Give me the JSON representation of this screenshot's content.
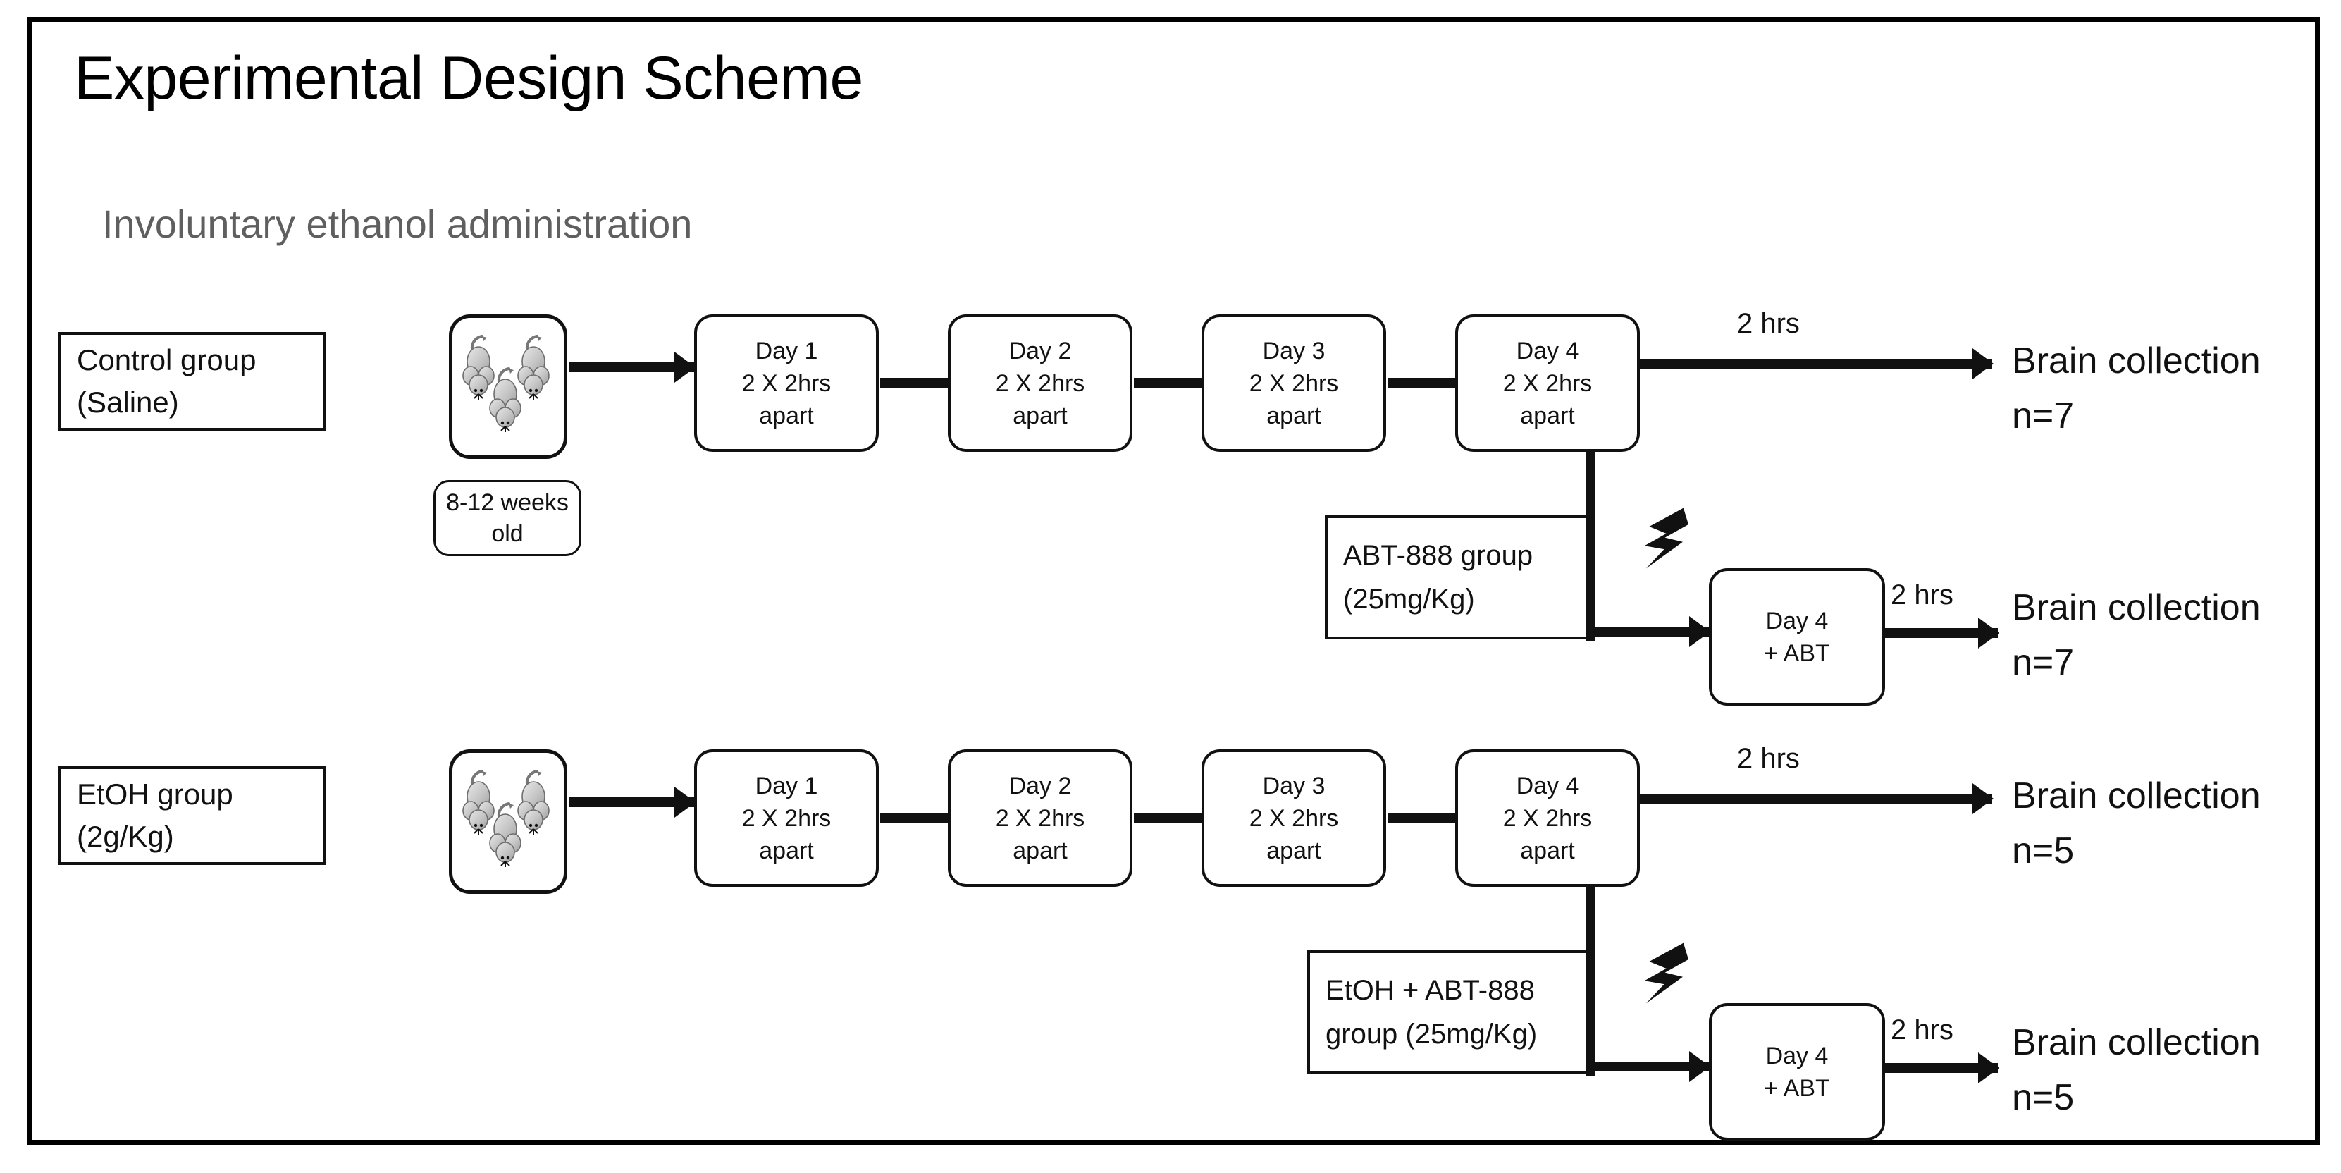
{
  "slide": {
    "title": "Experimental Design Scheme",
    "subtitle": "Involuntary ethanol administration"
  },
  "shared": {
    "age_label_line1": "8-12 weeks",
    "age_label_line2": "old",
    "hrs_label": "2 hrs",
    "abt_box_line1": "Day 4",
    "abt_box_line2": "+ ABT",
    "brain_collection": "Brain collection",
    "mouse_icon": "mouse-icon",
    "bolt_icon": "lightning-bolt-icon"
  },
  "rows": [
    {
      "group_line1": "Control group",
      "group_line2": "(Saline)",
      "days": [
        {
          "d": "Day 1",
          "l2": "2 X 2hrs",
          "l3": "apart"
        },
        {
          "d": "Day 2",
          "l2": "2 X 2hrs",
          "l3": "apart"
        },
        {
          "d": "Day 3",
          "l2": "2 X 2hrs",
          "l3": "apart"
        },
        {
          "d": "Day 4",
          "l2": "2 X 2hrs",
          "l3": "apart"
        }
      ],
      "main_hrs": "2 hrs",
      "main_collect": "Brain collection",
      "main_n": "n=7",
      "branch_label_line1": "ABT-888 group",
      "branch_label_line2": "(25mg/Kg)",
      "branch_box_line1": "Day 4",
      "branch_box_line2": "+ ABT",
      "branch_hrs": "2 hrs",
      "branch_collect": "Brain collection",
      "branch_n": "n=7"
    },
    {
      "group_line1": "EtOH group",
      "group_line2": "(2g/Kg)",
      "days": [
        {
          "d": "Day 1",
          "l2": "2 X 2hrs",
          "l3": "apart"
        },
        {
          "d": "Day 2",
          "l2": "2 X 2hrs",
          "l3": "apart"
        },
        {
          "d": "Day 3",
          "l2": "2 X 2hrs",
          "l3": "apart"
        },
        {
          "d": "Day 4",
          "l2": "2 X 2hrs",
          "l3": "apart"
        }
      ],
      "main_hrs": "2 hrs",
      "main_collect": "Brain collection",
      "main_n": "n=5",
      "branch_label_line1": "EtOH + ABT-888",
      "branch_label_line2": "group (25mg/Kg)",
      "branch_box_line1": "Day 4",
      "branch_box_line2": "+ ABT",
      "branch_hrs": "2 hrs",
      "branch_collect": "Brain collection",
      "branch_n": "n=5"
    }
  ],
  "colors": {
    "ink": "#111111",
    "subtitle": "#5f5f5f",
    "mouse_body": "#c9c9c9",
    "background": "#ffffff"
  }
}
